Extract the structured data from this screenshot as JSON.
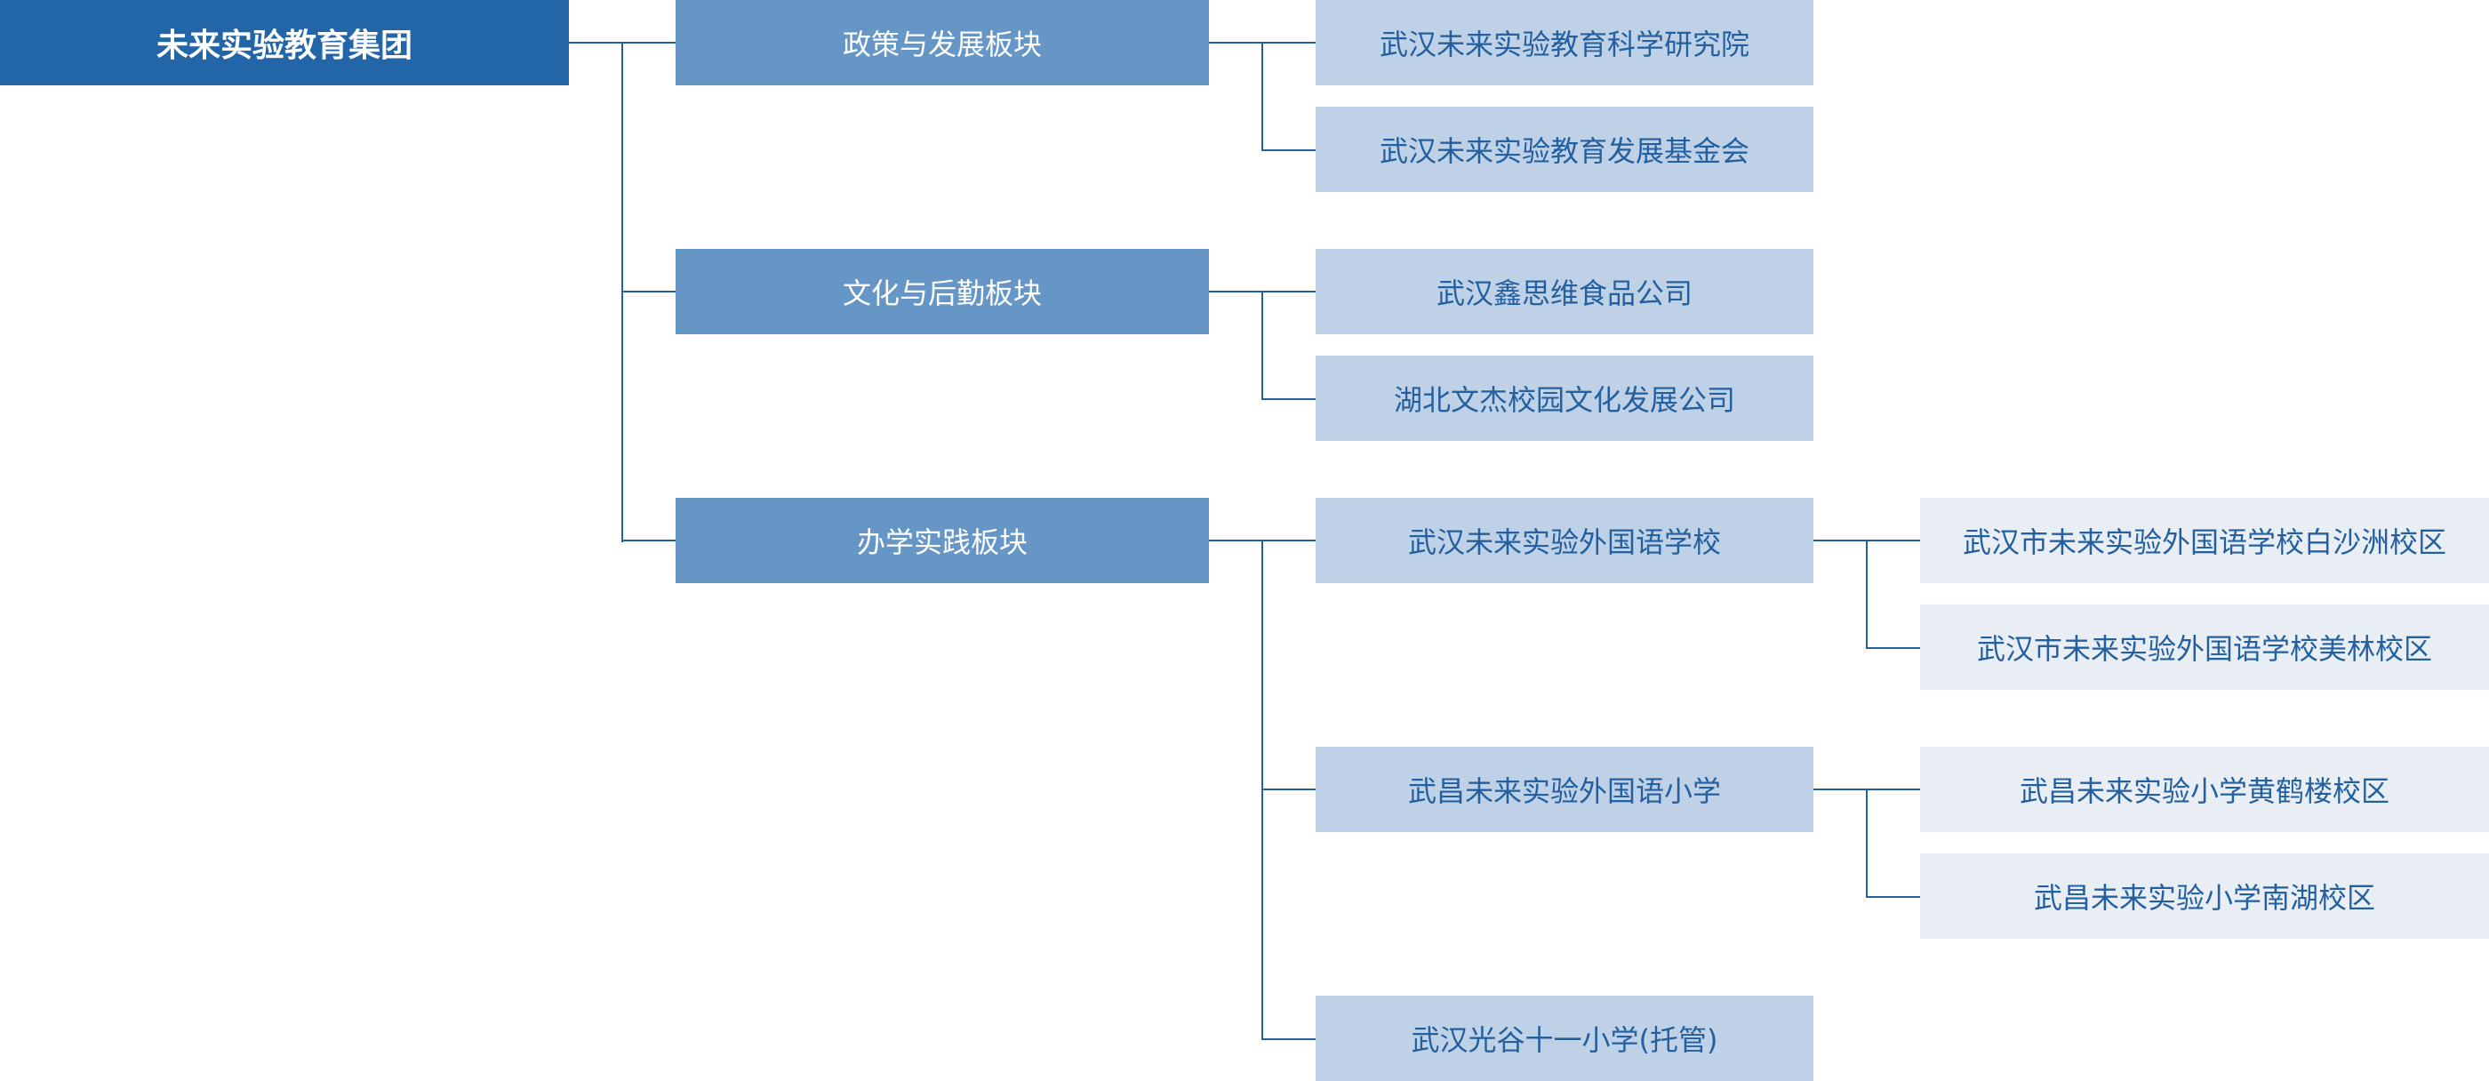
{
  "colors": {
    "root_fill": "#2366a8",
    "sector_fill": "#6596c6",
    "unit_fill": "#bed1e6",
    "campus_fill": "#e9eef5",
    "connector": "#24609f",
    "dark_text": "#24609f"
  },
  "org": {
    "root": "未来实验教育集团",
    "sectors": [
      {
        "name": "政策与发展板块",
        "units": [
          {
            "name": "武汉未来实验教育科学研究院"
          },
          {
            "name": "武汉未来实验教育发展基金会"
          }
        ]
      },
      {
        "name": "文化与后勤板块",
        "units": [
          {
            "name": "武汉鑫思维食品公司"
          },
          {
            "name": "湖北文杰校园文化发展公司"
          }
        ]
      },
      {
        "name": "办学实践板块",
        "units": [
          {
            "name": "武汉未来实验外国语学校",
            "campuses": [
              "武汉市未来实验外国语学校白沙洲校区",
              "武汉市未来实验外国语学校美林校区"
            ]
          },
          {
            "name": "武昌未来实验外国语小学",
            "campuses": [
              "武昌未来实验小学黄鹤楼校区",
              "武昌未来实验小学南湖校区"
            ]
          },
          {
            "name": "武汉光谷十一小学(托管)"
          }
        ]
      }
    ]
  }
}
